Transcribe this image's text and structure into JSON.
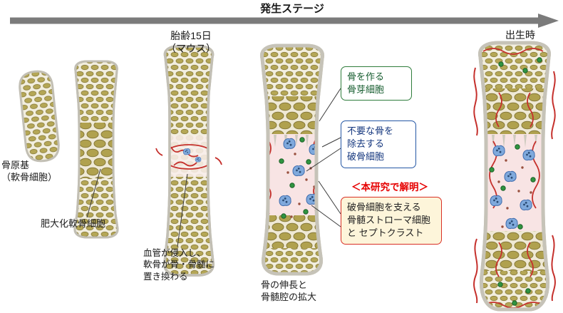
{
  "header": {
    "arrow_label": "発生ステージ"
  },
  "stages": {
    "s1": {
      "label_line1": "骨原基",
      "label_line2": "（軟骨細胞）"
    },
    "s2": {
      "label": "肥大化軟骨細胞"
    },
    "s3": {
      "title_line1": "胎齢15日",
      "title_line2": "（マウス）",
      "caption_line1": "血管が侵入し、",
      "caption_line2": "軟骨が骨・骨髄に",
      "caption_line3": "置き換わる"
    },
    "s4": {
      "caption_line1": "骨の伸長と",
      "caption_line2": "骨髄腔の拡大"
    },
    "s5": {
      "title": "出生時"
    }
  },
  "callouts": {
    "osteoblast": {
      "line1": "骨を作る",
      "line2": "骨芽細胞",
      "border_color": "#2f7d3c"
    },
    "osteoclast": {
      "line1": "不要な骨を",
      "line2": "除去する",
      "line3": "破骨細胞",
      "border_color": "#2457a5"
    },
    "highlight_heading": {
      "text": "＜本研究で解明＞",
      "color": "#e60000"
    },
    "finding": {
      "line1": "破骨細胞を支える",
      "line2": "骨髄ストローマ細胞",
      "line3": "と セプトクラスト",
      "border_color": "#d93025",
      "bg_color": "#fdf5da"
    }
  },
  "graphics": {
    "arrow_color": "#7b7b7b",
    "chondrocyte_color": "#b5a756",
    "bone_matrix_color": "#f2eede",
    "cortex_color": "#c6c3b8",
    "marrow_color": "#f8e4e4",
    "blood_vessel_color": "#c5302c",
    "osteoclast_color": "#7fa9dc",
    "green_cell_color": "#2f9440",
    "stroma_cell_color": "#99503e"
  }
}
